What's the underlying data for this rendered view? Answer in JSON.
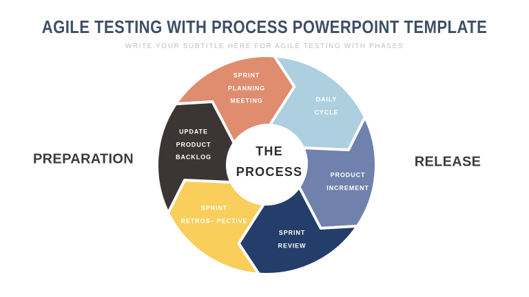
{
  "slide": {
    "title": "AGILE TESTING WITH PROCESS POWERPOINT TEMPLATE",
    "subtitle": "WRITE YOUR SUBTITLE HERE FOR AGILE TESTING WITH PHASES",
    "left_label": "PREPARATION",
    "right_label": "RELEASE"
  },
  "center": {
    "line1": "THE",
    "line2": "PROCESS"
  },
  "colors": {
    "background": "#FFFFFF",
    "title_text": "#3E4E66",
    "subtitle_text": "#BDBDBD",
    "side_label_text": "#3C3C3C",
    "center_text": "#2D2D2D",
    "segment_label_text": "#FFFFFF",
    "segment_gap": "#FFFFFF"
  },
  "diagram": {
    "type": "circular-arrow-cycle",
    "direction": "clockwise",
    "segments": [
      {
        "id": "sprint-planning-meeting",
        "lines": [
          "SPRINT",
          "PLANNING",
          "MEETING"
        ],
        "color": "#DF8C6F"
      },
      {
        "id": "daily-cycle",
        "lines": [
          "DAILY",
          "CYCLE"
        ],
        "color": "#ADCFDF"
      },
      {
        "id": "product-increment",
        "lines": [
          "PRODUCT",
          "INCREMENT"
        ],
        "color": "#7081AE"
      },
      {
        "id": "sprint-review",
        "lines": [
          "SPRINT",
          "REVIEW"
        ],
        "color": "#233E6A"
      },
      {
        "id": "sprint-retrospective",
        "lines": [
          "SPRINT",
          "RETROS– PECTIVE"
        ],
        "color": "#F9CE5B"
      },
      {
        "id": "update-product-backlog",
        "lines": [
          "UPDATE",
          "PRODUCT",
          "BACKLOG"
        ],
        "color": "#3B3634"
      }
    ]
  }
}
